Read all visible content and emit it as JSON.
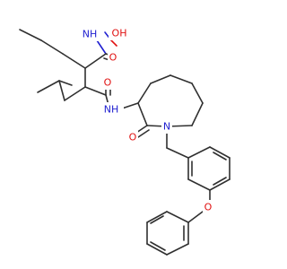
{
  "molecule": {
    "atoms": {
      "hydroxamate_nh": "NH",
      "hydroxamate_oh": "OH",
      "amide1_o": "O",
      "amide2_o": "O",
      "amide2_nh": "NH",
      "lactam_o": "O",
      "ring_n": "N",
      "ether_o": "O"
    }
  }
}
